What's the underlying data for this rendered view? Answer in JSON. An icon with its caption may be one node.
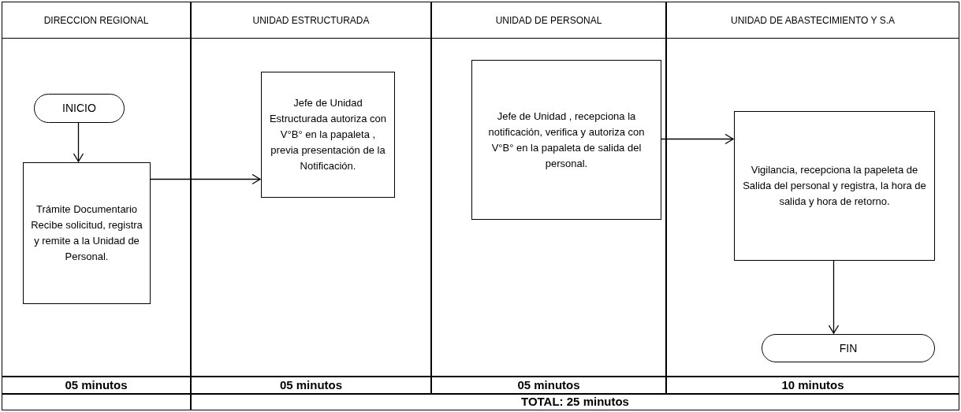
{
  "diagram": {
    "nodes": [
      {
        "text": [
          "DIRECCION REGIONAL"
        ]
      },
      {
        "text": [
          "UNIDAD ESTRUCTURADA"
        ]
      },
      {
        "text": [
          "UNIDAD DE PERSONAL"
        ]
      },
      {
        "text": [
          "UNIDAD DE ABASTECIMIENTO Y S.A"
        ]
      },
      {
        "text": [
          "INICIO"
        ],
        "in": 0
      },
      {
        "text": [
          "Trámite Documentario Recibe solicitud, registra y remite a la Unidad de Personal."
        ],
        "in": 0
      },
      {
        "text": [
          "Jefe de Unidad Estructurada autoriza con V°B° en la papaleta , previa presentación de la Notificación."
        ],
        "in": 1
      },
      {
        "text": [
          "Jefe de Unidad , recepciona la notificación, verifica y autoriza con V°B° en la papaleta de salida del personal."
        ],
        "in": 2
      },
      {
        "text": [
          "Vigilancia, recepciona la papeleta de Salida del personal y registra, la hora de salida y hora de retorno."
        ],
        "in": 3
      },
      {
        "text": [
          "FIN"
        ],
        "in": 3
      }
    ],
    "edges": [
      {
        "from": 4,
        "to": 5,
        "arrow": "to"
      },
      {
        "from": 5,
        "to": 6,
        "arrow": "to"
      },
      {
        "from": 7,
        "to": 8,
        "arrow": "to"
      },
      {
        "from": 8,
        "to": 9,
        "arrow": "to"
      }
    ],
    "labels": [
      "05 minutos",
      "05 minutos",
      "05 minutos",
      "10 minutos",
      "TOTAL: 25 minutos"
    ]
  }
}
